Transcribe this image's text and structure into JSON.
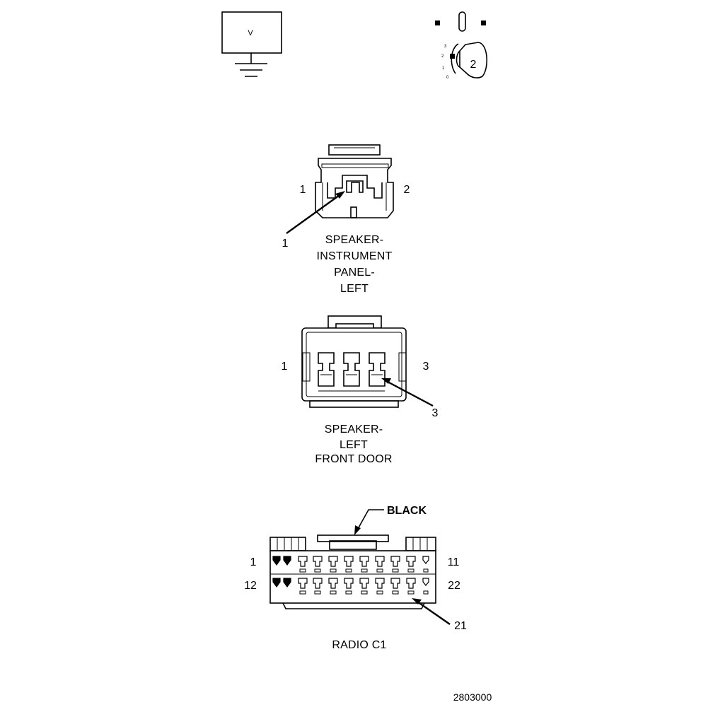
{
  "legend": {
    "voltmeter_letter": "V",
    "ignition_positions": [
      "3",
      "2",
      "1",
      "0"
    ],
    "ignition_key_position": "2"
  },
  "connectors": {
    "speaker_ip_left": {
      "pin_left": "1",
      "pin_right": "2",
      "callout": "1",
      "caption": [
        "SPEAKER-",
        "INSTRUMENT",
        "PANEL-",
        "LEFT"
      ]
    },
    "speaker_front_door_left": {
      "pin_left": "1",
      "pin_right": "3",
      "callout": "3",
      "caption": [
        "SPEAKER-",
        "LEFT",
        "FRONT DOOR"
      ]
    },
    "radio_c1": {
      "color_label": "BLACK",
      "pin_top_left": "1",
      "pin_top_right": "11",
      "pin_bottom_left": "12",
      "pin_bottom_right": "22",
      "callout": "21",
      "caption": "RADIO C1"
    }
  },
  "figure_number": "2803000"
}
